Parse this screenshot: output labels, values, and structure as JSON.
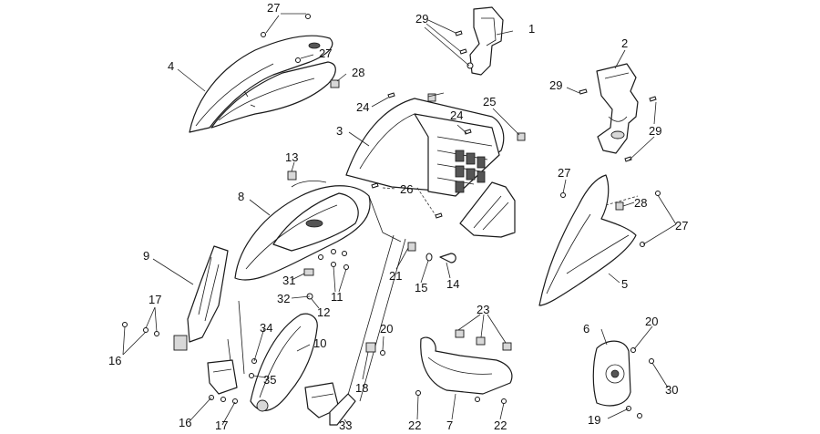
{
  "diagram": {
    "labels": [
      "1",
      "2",
      "3",
      "4",
      "5",
      "6",
      "7",
      "8",
      "9",
      "10",
      "11",
      "12",
      "13",
      "14",
      "15",
      "16",
      "16",
      "17",
      "17",
      "18",
      "19",
      "20",
      "20",
      "21",
      "22",
      "22",
      "23",
      "24",
      "24",
      "25",
      "26",
      "27",
      "27",
      "27",
      "27",
      "28",
      "28",
      "29",
      "29",
      "29",
      "30",
      "31",
      "32",
      "33",
      "34",
      "35"
    ]
  }
}
